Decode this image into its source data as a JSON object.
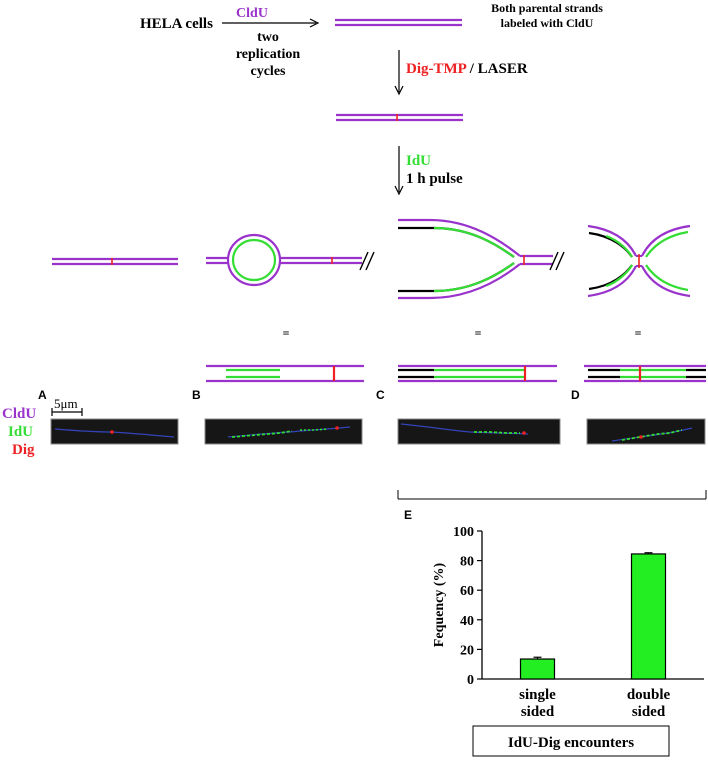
{
  "workflow": {
    "start_label": "HELA cells",
    "cldu_label": "CldU",
    "cycles_line1": "two",
    "cycles_line2": "replication",
    "cycles_line3": "cycles",
    "parental_note_line1": "Both parental strands",
    "parental_note_line2": "labeled with CldU",
    "dig_tmp_label": "Dig-TMP",
    "laser_label": " / LASER",
    "idu_label": "IdU",
    "pulse_label": "1 h pulse"
  },
  "equals_sign": "=",
  "legend": {
    "cldu": "CldU",
    "idu": "IdU",
    "dig": "Dig"
  },
  "panels": {
    "a": "A",
    "b": "B",
    "c": "C",
    "d": "D",
    "e": "E"
  },
  "scale_bar_label": "5μm",
  "colors": {
    "cldu": "#9933cc",
    "idu": "#33dd33",
    "dig": "#ee2222",
    "unlabeled": "#000000",
    "bar_fill": "#22ee22",
    "fiber_bg": "#161616"
  },
  "chart_data": {
    "type": "bar",
    "categories": [
      "single\nsided",
      "double\nsided"
    ],
    "series": [
      {
        "values": [
          13.5,
          84.5
        ],
        "errors": [
          1.2,
          0.8
        ]
      }
    ],
    "ylabel": "Fequency (%)",
    "xlabel": "IdU-Dig encounters",
    "ylim": [
      0,
      100
    ],
    "yticks": [
      0,
      20,
      40,
      60,
      80,
      100
    ],
    "grid": false
  }
}
